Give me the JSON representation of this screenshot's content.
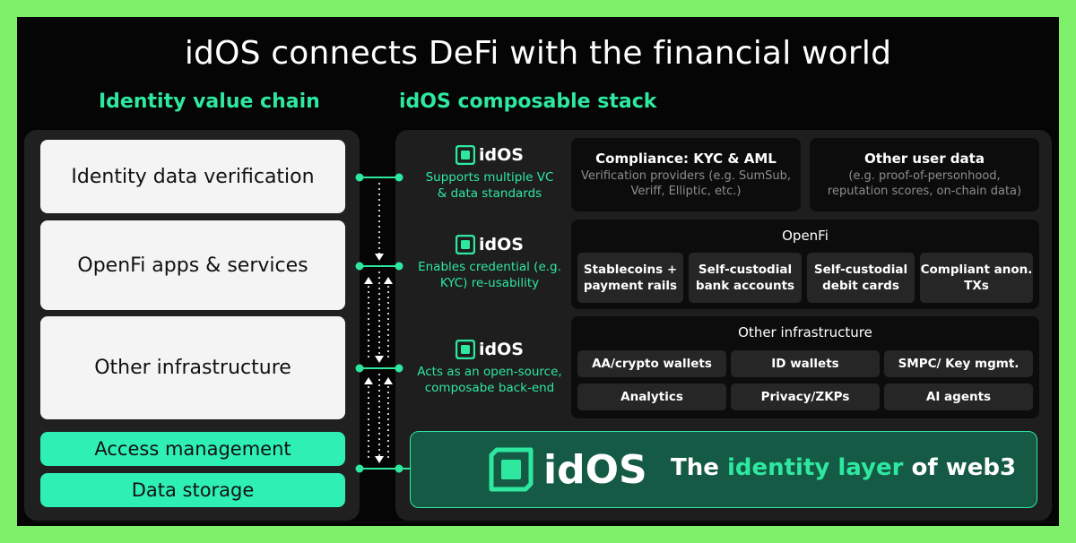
{
  "title": "idOS connects DeFi with the financial world",
  "left": {
    "heading": "Identity value chain",
    "items": [
      {
        "label": "Identity data verification"
      },
      {
        "label": "OpenFi apps & services"
      },
      {
        "label": "Other infrastructure"
      },
      {
        "label": "Access management"
      },
      {
        "label": "Data storage"
      }
    ]
  },
  "right": {
    "heading": "idOS composable stack",
    "idos_rows": [
      {
        "name": "idOS",
        "line1": "Supports multiple VC",
        "line2": "& data standards"
      },
      {
        "name": "idOS",
        "line1": "Enables credential (e.g.",
        "line2": "KYC) re-usability"
      },
      {
        "name": "idOS",
        "line1": "Acts as an open-source,",
        "line2": "composabe back-end"
      }
    ],
    "compliance": {
      "title": "Compliance: KYC & AML",
      "line1": "Verification providers (e.g. SumSub,",
      "line2": "Veriff, Elliptic, etc.)"
    },
    "other_user_data": {
      "title": "Other user data",
      "line1": "(e.g. proof-of-personhood,",
      "line2": "reputation scores, on-chain data)"
    },
    "openfi": {
      "title": "OpenFi",
      "items": [
        {
          "line1": "Stablecoins +",
          "line2": "payment rails"
        },
        {
          "line1": "Self-custodial",
          "line2": "bank accounts"
        },
        {
          "line1": "Self-custodial",
          "line2": "debit cards"
        },
        {
          "line1": "Compliant anon.",
          "line2": "TXs"
        }
      ]
    },
    "infra": {
      "title": "Other infrastructure",
      "items": [
        "AA/crypto wallets",
        "ID wallets",
        "SMPC/ Key mgmt.",
        "Analytics",
        "Privacy/ZKPs",
        "AI agents"
      ]
    },
    "bottom": {
      "logo": "idOS",
      "tag_pre": "The ",
      "tag_highlight": "identity layer",
      "tag_post": " of web3"
    }
  },
  "colors": {
    "accent": "#2ee8a0",
    "frame_border": "#7ef06a",
    "background": "#050505",
    "panel": "#1e1e1e",
    "bottom_bar": "#155a45"
  },
  "icons": [
    "idos-logo-icon",
    "arrow-down-icon",
    "arrow-up-icon",
    "connector-dot-icon"
  ]
}
